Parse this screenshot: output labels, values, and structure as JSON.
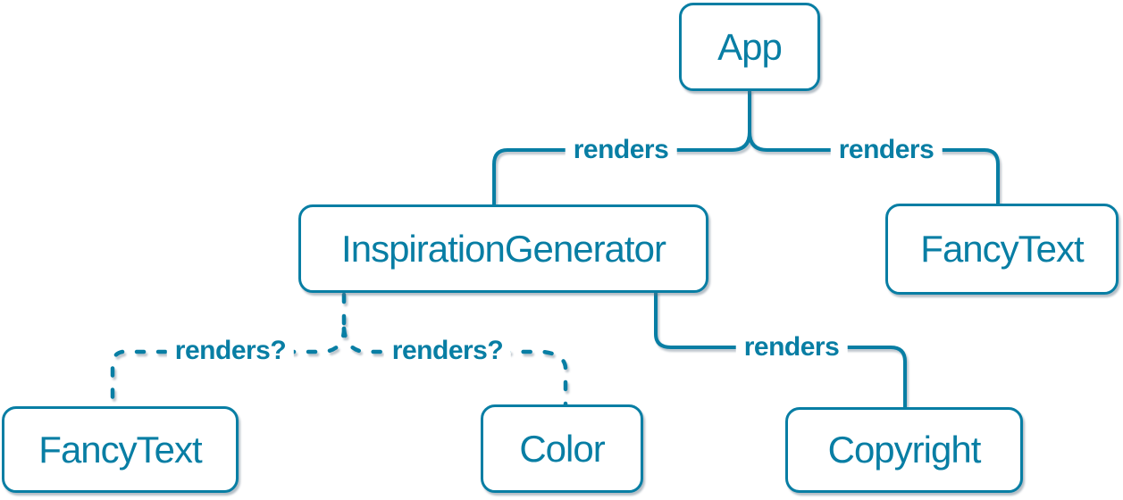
{
  "colors": {
    "accent": "#087EA4",
    "node_background": "#FFFFFF"
  },
  "nodes": [
    {
      "id": "app",
      "label": "App"
    },
    {
      "id": "inspiration-generator",
      "label": "InspirationGenerator"
    },
    {
      "id": "fancy-text-top",
      "label": "FancyText"
    },
    {
      "id": "fancy-text-bottom",
      "label": "FancyText"
    },
    {
      "id": "color",
      "label": "Color"
    },
    {
      "id": "copyright",
      "label": "Copyright"
    }
  ],
  "edges": [
    {
      "from": "App",
      "to": "InspirationGenerator",
      "label": "renders",
      "style": "solid"
    },
    {
      "from": "App",
      "to": "FancyText",
      "label": "renders",
      "style": "solid"
    },
    {
      "from": "InspirationGenerator",
      "to": "FancyText",
      "label": "renders?",
      "style": "dashed"
    },
    {
      "from": "InspirationGenerator",
      "to": "Color",
      "label": "renders?",
      "style": "dashed"
    },
    {
      "from": "InspirationGenerator",
      "to": "Copyright",
      "label": "renders",
      "style": "solid"
    }
  ]
}
